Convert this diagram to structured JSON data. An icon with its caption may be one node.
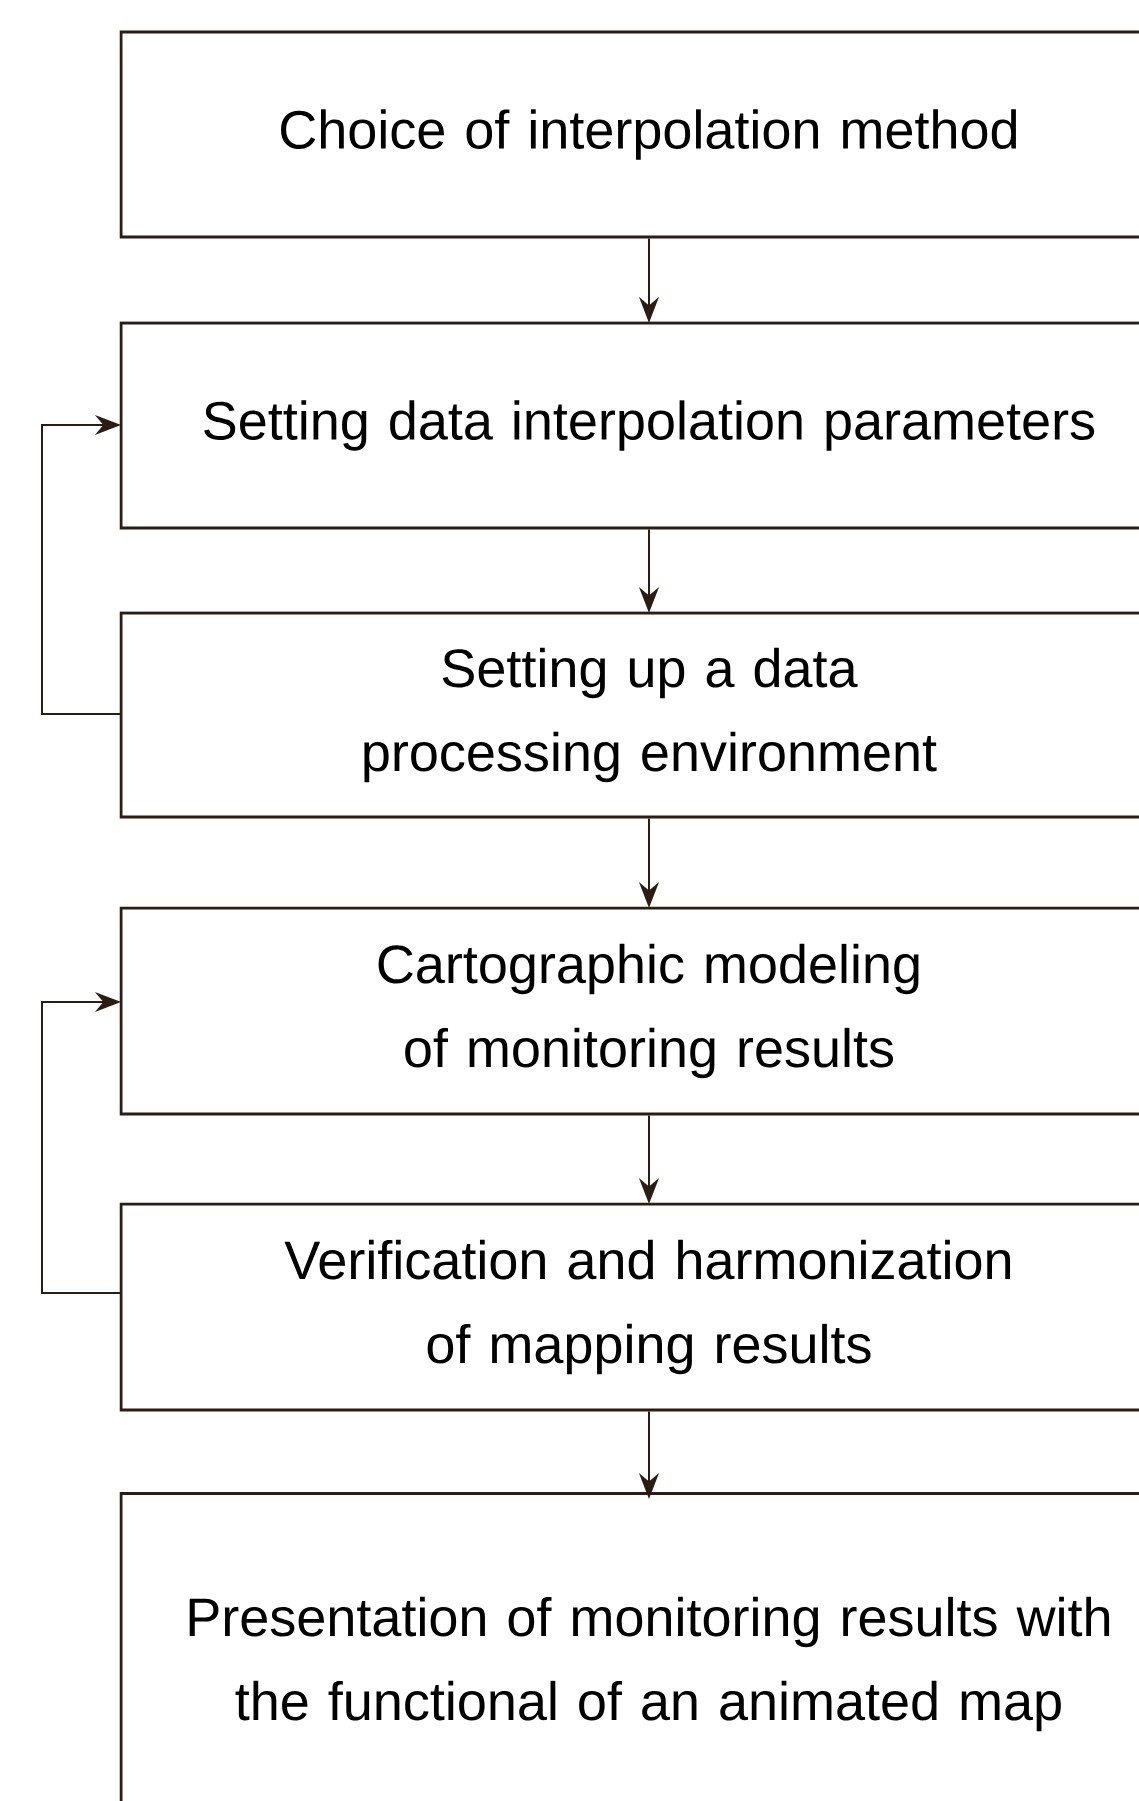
{
  "diagram": {
    "nodes": [
      {
        "text": [
          "Choice of interpolation method"
        ]
      },
      {
        "text": [
          "Setting data interpolation parameters"
        ]
      },
      {
        "text": [
          "Setting up a data processing environment"
        ]
      },
      {
        "text": [
          "Cartographic modeling of monitoring results"
        ]
      },
      {
        "text": [
          "Verification and harmonization of mapping results"
        ]
      },
      {
        "text": [
          "Presentation of monitoring results with the functional of an animated map"
        ]
      }
    ],
    "edges": [
      {
        "from": 0,
        "to": 1,
        "arrow": "to"
      },
      {
        "from": 1,
        "to": 2,
        "arrow": "to"
      },
      {
        "from": 2,
        "to": 1,
        "arrow": "to"
      },
      {
        "from": 2,
        "to": 3,
        "arrow": "to"
      },
      {
        "from": 3,
        "to": 4,
        "arrow": "to"
      },
      {
        "from": 4,
        "to": 3,
        "arrow": "to"
      },
      {
        "from": 4,
        "to": 5,
        "arrow": "to"
      }
    ]
  }
}
